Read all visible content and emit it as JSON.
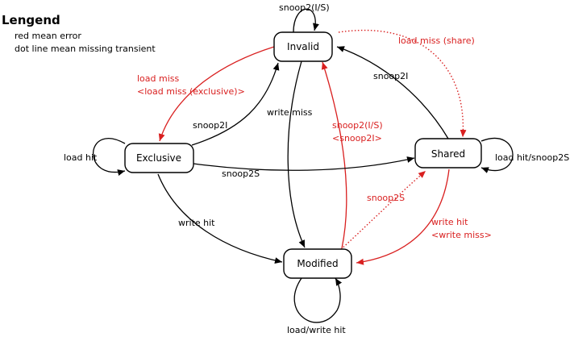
{
  "legend": {
    "title": "Lengend",
    "lines": [
      "red mean error",
      "dot line mean missing transient"
    ]
  },
  "states": {
    "invalid": "Invalid",
    "exclusive": "Exclusive",
    "shared": "Shared",
    "modified": "Modified"
  },
  "labels": {
    "invalid_self": "snoop2(I/S)",
    "exclusive_self": "load hit",
    "shared_self": "load hit/snoop2S",
    "modified_self": "load/write hit",
    "invalid_to_exclusive_line1": "load miss",
    "invalid_to_exclusive_line2": "<load miss (exclusive)>",
    "exclusive_to_invalid": "snoop2I",
    "invalid_to_modified": "write miss",
    "modified_to_invalid_line1": "snoop2(I/S)",
    "modified_to_invalid_line2": "<snoop2I>",
    "invalid_to_shared": "load miss (share)",
    "shared_to_invalid": "snoop2I",
    "exclusive_to_shared": "snoop2S",
    "exclusive_to_modified": "write hit",
    "modified_to_shared": "snoop2S",
    "shared_to_modified_line1": "write hit",
    "shared_to_modified_line2": "<write miss>"
  },
  "colors": {
    "error": "#d92020",
    "normal": "#000000"
  }
}
